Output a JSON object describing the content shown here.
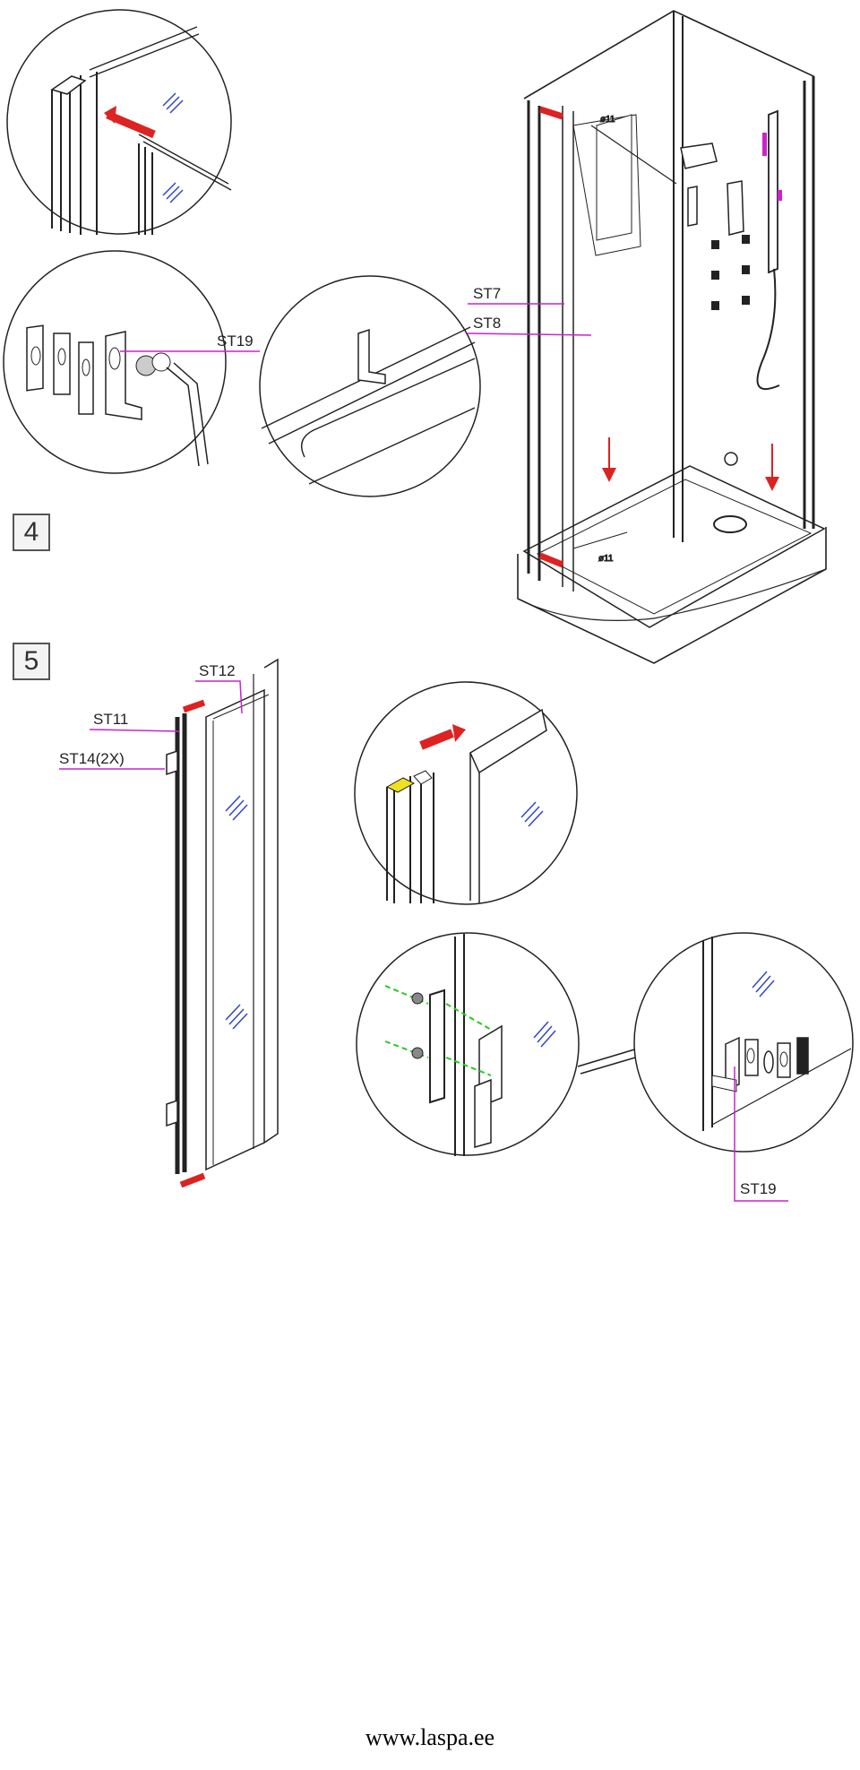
{
  "steps": {
    "step4": "4",
    "step5": "5"
  },
  "labels": {
    "st7": "ST7",
    "st8": "ST8",
    "st19_top": "ST19",
    "st12": "ST12",
    "st11": "ST11",
    "st14": "ST14(2X)",
    "st19_bottom": "ST19"
  },
  "footer": {
    "url": "www.laspa.ee"
  },
  "colors": {
    "leader": "#cc22cc",
    "arrow": "#dd2222",
    "glass_mark": "#3344cc",
    "screw_guide": "#22cc22",
    "highlight": "#f0e020",
    "line": "#222222"
  }
}
